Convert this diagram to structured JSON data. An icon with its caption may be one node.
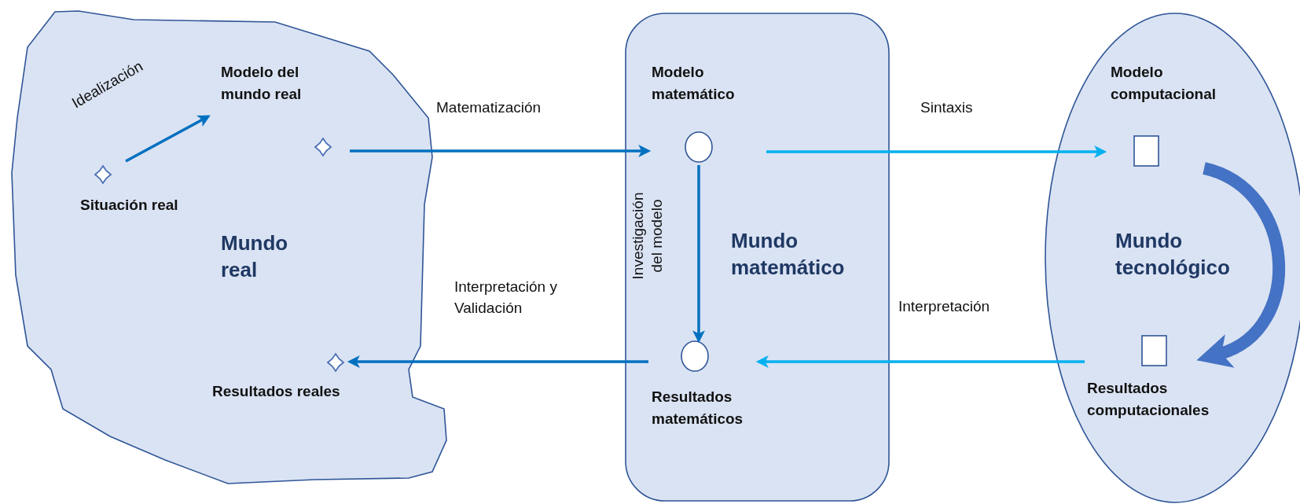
{
  "diagram": {
    "nodes": [
      {
        "text": [
          "Mundo real"
        ]
      },
      {
        "text": [],
        "shape": "diamond",
        "beside": [
          "Situación real"
        ],
        "in": 0
      },
      {
        "text": [],
        "shape": "diamond",
        "beside": [
          "Modelo del mundo real"
        ],
        "in": 0
      },
      {
        "text": [],
        "shape": "diamond",
        "beside": [
          "Resultados reales"
        ],
        "in": 0
      },
      {
        "text": [
          "Mundo matemático"
        ]
      },
      {
        "text": [],
        "shape": "circle",
        "beside": [
          "Modelo matemático"
        ],
        "in": 4
      },
      {
        "text": [],
        "shape": "circle",
        "beside": [
          "Resultados matemáticos"
        ],
        "in": 4
      },
      {
        "text": [
          "Mundo tecnológico"
        ]
      },
      {
        "text": [],
        "shape": "box",
        "beside": [
          "Modelo computacional"
        ],
        "in": 7
      },
      {
        "text": [],
        "shape": "box",
        "beside": [
          "Resultados computacionales"
        ],
        "in": 7
      }
    ],
    "edges": [
      {
        "from": 1,
        "to": 2,
        "arrow": "to",
        "label": "Idealización"
      },
      {
        "from": 2,
        "to": 5,
        "arrow": "to",
        "label": "Matematización"
      },
      {
        "from": 5,
        "to": 6,
        "arrow": "to",
        "label": "Investigación del modelo"
      },
      {
        "from": 5,
        "to": 8,
        "arrow": "to",
        "label": "Sintaxis",
        "color": "#00b0f0"
      },
      {
        "from": 8,
        "to": 9,
        "arrow": "to",
        "style": "thick",
        "color": "#4472c4"
      },
      {
        "from": 9,
        "to": 6,
        "arrow": "to",
        "label": "Interpretación",
        "color": "#00b0f0"
      },
      {
        "from": 6,
        "to": 3,
        "arrow": "to",
        "label": "Interpretación y Validación"
      }
    ]
  }
}
